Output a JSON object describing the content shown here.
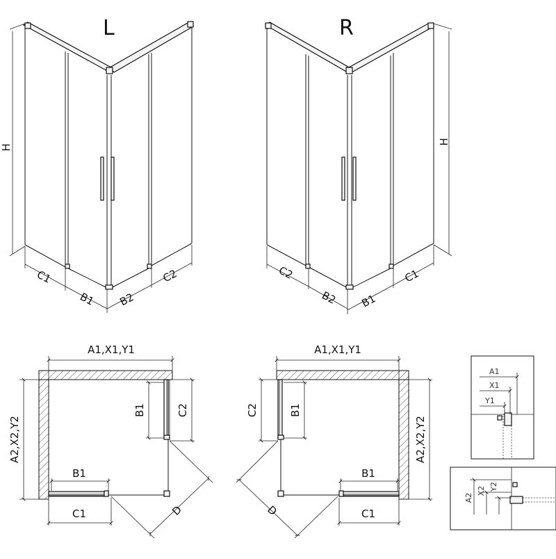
{
  "top_views": {
    "left_title": "L",
    "right_title": "R",
    "left_labels": {
      "height": "H",
      "c1": "C1",
      "b1": "B1",
      "b2": "B2",
      "c2": "C2"
    },
    "right_labels": {
      "height": "H",
      "c2": "C2",
      "b2": "B2",
      "b1": "B1",
      "c1": "C1"
    }
  },
  "plan_left": {
    "width_label": "A1,X1,Y1",
    "depth_label": "A2,X2,Y2",
    "b1_top": "B1",
    "c2_side": "C2",
    "b1_bottom": "B1",
    "c1_bottom": "C1",
    "diag": "D"
  },
  "plan_right": {
    "width_label": "A1,X1,Y1",
    "depth_label": "A2,X2,Y2",
    "c2_side": "C2",
    "b1_side": "B1",
    "b1_bottom": "B1",
    "c1_bottom": "C1",
    "diag": "D"
  },
  "detail_top": {
    "a": "A1",
    "x": "X1",
    "y": "Y1"
  },
  "detail_bottom": {
    "a": "A2",
    "x": "X2",
    "y": "Y2"
  }
}
